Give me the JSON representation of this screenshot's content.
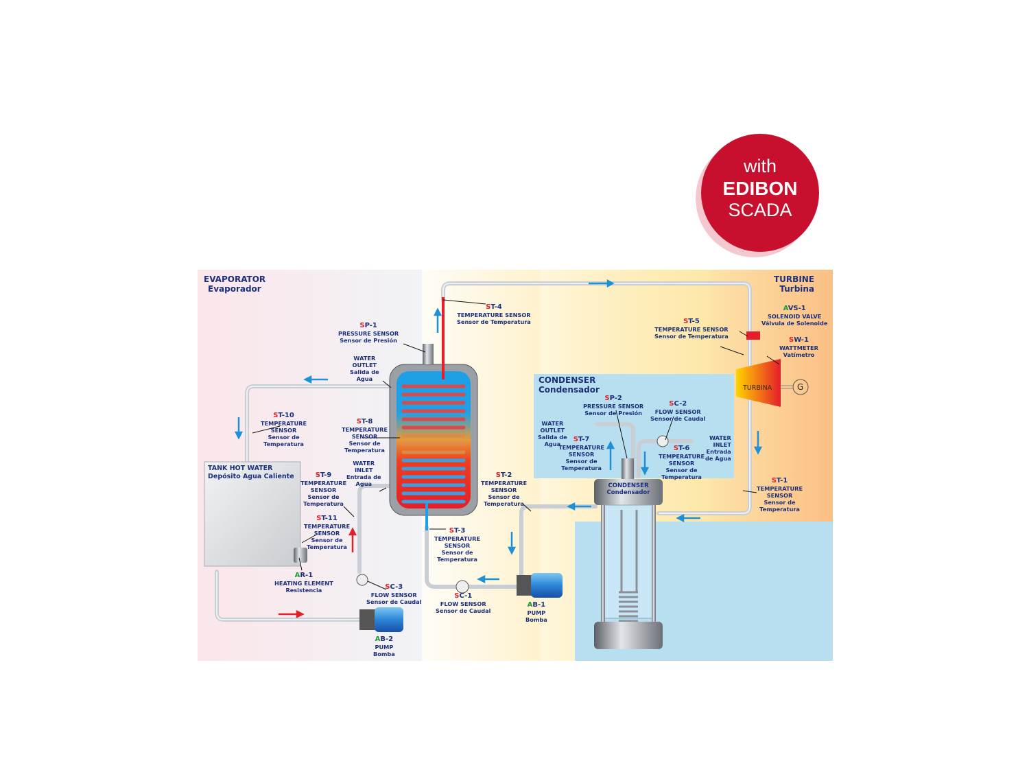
{
  "badge": {
    "line1": "with",
    "line2": "EDIBON",
    "line3": "SCADA",
    "color": "#c8102e"
  },
  "sections": {
    "evaporator": {
      "title": "EVAPORATOR",
      "subtitle": "Evaporador",
      "bg": "#f9e9ec"
    },
    "turbine": {
      "title": "TURBINE",
      "subtitle": "Turbina",
      "bg": "#fbc58a"
    },
    "condenser": {
      "title": "CONDENSER",
      "subtitle": "Condensador",
      "bg": "#b8dff0"
    },
    "tank": {
      "title": "TANK HOT WATER",
      "subtitle": "Depósito Agua Caliente"
    },
    "condenser_vessel": {
      "title": "CONDENSER",
      "subtitle": "Condensador"
    },
    "turbine_block": {
      "label": "TURBINA",
      "generator": "G"
    }
  },
  "labels": {
    "sp1": {
      "prefix": "S",
      "code": "P-1",
      "en": "PRESSURE SENSOR",
      "es": "Sensor de Presión"
    },
    "water_outlet_evap": {
      "en1": "WATER",
      "en2": "OUTLET",
      "es1": "Salida de",
      "es2": "Agua"
    },
    "st4": {
      "prefix": "S",
      "code": "T-4",
      "en": "TEMPERATURE SENSOR",
      "es": "Sensor de Temperatura"
    },
    "st10": {
      "prefix": "S",
      "code": "T-10",
      "en1": "TEMPERATURE",
      "en2": "SENSOR",
      "es1": "Sensor de",
      "es2": "Temperatura"
    },
    "st8": {
      "prefix": "S",
      "code": "T-8",
      "en1": "TEMPERATURE",
      "en2": "SENSOR",
      "es1": "Sensor de",
      "es2": "Temperatura"
    },
    "water_inlet_evap": {
      "en1": "WATER",
      "en2": "INLET",
      "es1": "Entrada de",
      "es2": "Agua"
    },
    "st9": {
      "prefix": "S",
      "code": "T-9",
      "en1": "TEMPERATURE",
      "en2": "SENSOR",
      "es1": "Sensor de",
      "es2": "Temperatura"
    },
    "st11": {
      "prefix": "S",
      "code": "T-11",
      "en1": "TEMPERATURE",
      "en2": "SENSOR",
      "es1": "Sensor de",
      "es2": "Temperatura"
    },
    "ar1": {
      "prefix": "A",
      "code": "R-1",
      "en": "HEATING ELEMENT",
      "es": "Resistencia"
    },
    "sc3": {
      "prefix": "S",
      "code": "C-3",
      "en": "FLOW SENSOR",
      "es": "Sensor de Caudal"
    },
    "ab2": {
      "prefix": "A",
      "code": "B-2",
      "en": "PUMP",
      "es": "Bomba"
    },
    "st3": {
      "prefix": "S",
      "code": "T-3",
      "en1": "TEMPERATURE",
      "en2": "SENSOR",
      "es1": "Sensor de",
      "es2": "Temperatura"
    },
    "sc1": {
      "prefix": "S",
      "code": "C-1",
      "en": "FLOW SENSOR",
      "es": "Sensor de Caudal"
    },
    "ab1": {
      "prefix": "A",
      "code": "B-1",
      "en": "PUMP",
      "es": "Bomba"
    },
    "st2": {
      "prefix": "S",
      "code": "T-2",
      "en1": "TEMPERATURE",
      "en2": "SENSOR",
      "es1": "Sensor de",
      "es2": "Temperatura"
    },
    "sp2": {
      "prefix": "S",
      "code": "P-2",
      "en": "PRESSURE SENSOR",
      "es": "Sensor de Presión"
    },
    "sc2": {
      "prefix": "S",
      "code": "C-2",
      "en": "FLOW SENSOR",
      "es": "Sensor de Caudal"
    },
    "water_outlet_cond": {
      "en1": "WATER",
      "en2": "OUTLET",
      "es1": "Salida de",
      "es2": "Agua"
    },
    "st7": {
      "prefix": "S",
      "code": "T-7",
      "en1": "TEMPERATURE",
      "en2": "SENSOR",
      "es1": "Sensor de",
      "es2": "Temperatura"
    },
    "st6": {
      "prefix": "S",
      "code": "T-6",
      "en1": "TEMPERATURE",
      "en2": "SENSOR",
      "es1": "Sensor de",
      "es2": "Temperatura"
    },
    "water_inlet_cond": {
      "en1": "WATER",
      "en2": "INLET",
      "es1": "Entrada",
      "es2": "de Agua"
    },
    "st5": {
      "prefix": "S",
      "code": "T-5",
      "en": "TEMPERATURE SENSOR",
      "es": "Sensor de Temperatura"
    },
    "avs1": {
      "prefix": "A",
      "code": "VS-1",
      "en": "SOLENOID VALVE",
      "es": "Válvula de Solenoide"
    },
    "sw1": {
      "prefix": "S",
      "code": "W-1",
      "en": "WATTMETER",
      "es": "Vatímetro"
    },
    "st1": {
      "prefix": "S",
      "code": "T-1",
      "en1": "TEMPERATURE",
      "en2": "SENSOR",
      "es1": "Sensor de",
      "es2": "Temperatura"
    }
  },
  "colors": {
    "label_text": "#1b2f7a",
    "sensor_prefix": "#e0202a",
    "actuator_prefix": "#1e9a3a",
    "flow_cold": "#1e90d6",
    "flow_hot": "#e0202a",
    "pipe": "#d8dde2"
  }
}
